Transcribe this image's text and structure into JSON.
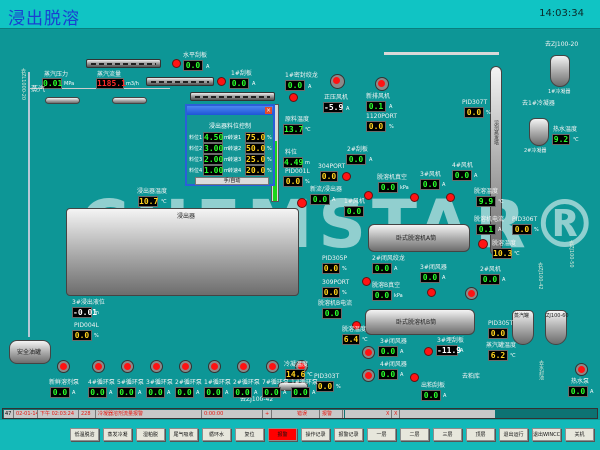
{
  "title": "浸出脱溶",
  "clock": "14:03:34",
  "steam": {
    "pressure_label": "蒸汽压力",
    "pressure": "0.01",
    "pressure_unit": "MPa",
    "flow_label": "蒸汽流量",
    "flow": "1185.1",
    "flow_unit": "m3/h",
    "steam_label": "蒸汽",
    "vert_label": "去ZL1000-20"
  },
  "conveyors": [
    {
      "label": "水平刮板",
      "value": "0.0",
      "unit": "A"
    },
    {
      "label": "1#刮板",
      "value": "0.0",
      "unit": "A"
    },
    {
      "label": "1#密封绞龙",
      "value": "0.0",
      "unit": "A"
    }
  ],
  "dialog": {
    "heading": "浸出器料位控制",
    "rows": [
      {
        "level_label": "料位1",
        "level": "4.50",
        "level_unit": "m",
        "speed_label": "转速1",
        "speed": "75.0",
        "speed_unit": "%"
      },
      {
        "level_label": "料位2",
        "level": "3.00",
        "level_unit": "m",
        "speed_label": "转速2",
        "speed": "50.0",
        "speed_unit": "%"
      },
      {
        "level_label": "料位3",
        "level": "2.00",
        "level_unit": "m",
        "speed_label": "转速3",
        "speed": "25.0",
        "speed_unit": "%"
      },
      {
        "level_label": "料位4",
        "level": "1.00",
        "level_unit": "m",
        "speed_label": "转速4",
        "speed": "20.0",
        "speed_unit": "%"
      }
    ],
    "button": "手/自动"
  },
  "left_panel": {
    "pos_fan_label": "正压风机",
    "pos_fan": "-5.9",
    "pos_fan_unit": "A",
    "temp_label": "原料温度",
    "temp": "13.7",
    "temp_unit": "℃",
    "level_label": "料位",
    "level": "4.49",
    "level_unit": "m",
    "pid_label": "PID001L",
    "pid": "0.0",
    "pid_unit": "%",
    "extractor_label": "新流/浸出器",
    "extractor": "0.0",
    "extractor_unit": "A",
    "extractor_temp_label": "浸出器温度",
    "extractor_temp": "10.7",
    "extractor_temp_unit": "℃",
    "extractor_name": "浸出器",
    "gauge_fraction": 0.62
  },
  "right_top": {
    "fan_label": "新排风机",
    "fan": "0.1",
    "fan_unit": "A",
    "pid_label": "1120PORT",
    "pid": "0.0",
    "pid_unit": "%",
    "pid2_label": "PID307T",
    "pid2": "0.0",
    "pid2_unit": "%",
    "column_label": "溶剂蒸发塔",
    "dist_label": "去ZJ100-20",
    "tank1_label": "1#冷凝器",
    "cond_label": "去1#冷凝器",
    "tank2_label": "2#冷凝器",
    "hot_water_label": "热水温度",
    "hot_water": "9.2",
    "hot_water_unit": "℃"
  },
  "desolventizer": {
    "scraper2_label": "2#刮板",
    "scraper2": "0.0",
    "scraper2_unit": "A",
    "pid304_label": "304PORT",
    "pid304": "0.0",
    "pid304_unit": "%",
    "fan1_label": "1#风机",
    "fan1": "0.0",
    "vac_label": "脱溶机真空",
    "vac": "0.0",
    "vac_unit": "kPa",
    "fan3_label": "3#风机",
    "fan3": "0.0",
    "fan3_unit": "A",
    "fan4_label": "4#风机",
    "fan4": "0.0",
    "fan4_unit": "A",
    "name_a": "卧式脱溶机A筒",
    "temp_label": "脱溶温度",
    "temp": "9.9",
    "temp_unit": "℃",
    "current_label": "脱溶机电流",
    "current": "0.1",
    "current_unit": "A",
    "pid2_label": "PID306T",
    "pid2": "0.0",
    "pid2_unit": "%",
    "out_temp_label": "脱溶温度",
    "out_temp": "10.3",
    "out_temp_unit": "℃",
    "fan2_label": "2#风机",
    "fan2": "0.0",
    "fan2_unit": "A"
  },
  "lower": {
    "pid305p_label": "PID305P",
    "pid305p": "0.0",
    "pid305p_unit": "%",
    "screw_label": "2#闭风绞龙",
    "screw": "0.0",
    "screw_unit": "A",
    "vert_label": "3#闭风器",
    "vert": "0.0",
    "vert_unit": "A",
    "pid309_label": "309PORT",
    "pid309": "0.0",
    "pid309_unit": "%",
    "vac_label": "脱溶B真空",
    "vac": "0.0",
    "vac_unit": "kPa",
    "current_label": "脱溶机B电流",
    "current": "0.0",
    "current_unit": "A",
    "name_b": "卧式脱溶机B筒",
    "temp_label": "脱溶温度",
    "temp": "6.4",
    "temp_unit": "℃",
    "fan3_label": "3#闭风器",
    "fan3": "0.0",
    "fan3_unit": "A",
    "fan4_label": "4#闭风器",
    "fan4": "0.0",
    "fan4_unit": "A",
    "scraper3_label": "3#埋刮板",
    "scraper3": "-11.9",
    "scraper3_unit": "A",
    "out_scraper_label": "出粕刮板",
    "out_scraper": "0.0",
    "out_scraper_unit": "A",
    "meal_label": "去粕库",
    "cool_temp_label": "冷凝温度",
    "cool_temp": "14.6",
    "cool_temp_unit": "℃",
    "pid303_label": "PID303T",
    "pid303": "0.0",
    "pid303_unit": "%",
    "cool_vert": "去ZJ100-42"
  },
  "bottom_right": {
    "pid3_label": "PID305T",
    "pid3": "0.0",
    "pid3_unit": "%",
    "tank_label": "蒸汽罐",
    "tank2_label": "ZJ100-60",
    "water_temp_label": "蒸汽罐温度",
    "water_temp": "6.2",
    "water_temp_unit": "℃",
    "pump_label": "热水泵",
    "pump": "0.0",
    "pump_unit": "A",
    "vert1": "去ZJ100-42",
    "vert2": "去ZJ100-50",
    "vert3": "去水封池"
  },
  "left_bottom": {
    "level_label": "3#浸出液位",
    "level": "-0.01",
    "level_unit": "m",
    "pid_label": "PID004L",
    "pid": "0.0",
    "pid_unit": "%",
    "tank_label": "安全油罐",
    "safety_pump_label": "新鲜溶剂泵",
    "safety_pump": "0.0",
    "safety_pump_unit": "A",
    "pumps": [
      {
        "label": "4#循环泵",
        "value": "0.0",
        "unit": "A"
      },
      {
        "label": "5#循环泵",
        "value": "0.0",
        "unit": "A"
      },
      {
        "label": "3#循环泵",
        "value": "0.0",
        "unit": "A"
      },
      {
        "label": "2#循环泵",
        "value": "0.0",
        "unit": "A"
      },
      {
        "label": "1#循环泵",
        "value": "0.0",
        "unit": "A"
      },
      {
        "label": "2#循环泵",
        "value": "0.0",
        "unit": "A"
      },
      {
        "label": "7#循环泵",
        "value": "0.0",
        "unit": "A"
      },
      {
        "label": "1#循环泵",
        "value": "0.0",
        "unit": "A"
      }
    ]
  },
  "watermark": "CHEMSTAR®",
  "alarm": {
    "num": "47",
    "date": "02-01-14",
    "time": "下午 02:03:24",
    "code": "228",
    "message": "冷凝器溶剂流量报警",
    "duration": "0:00:00",
    "flag": "+",
    "state": "错误",
    "type": "报警",
    "mark1": "X",
    "mark2": "X"
  },
  "buttons": [
    "低温脱溶",
    "蒸发冷凝",
    "湿粕脱",
    "尾气吸收",
    "循环水",
    "复位",
    "报警",
    "操作记录",
    "报警记录",
    "一层",
    "二层",
    "三层",
    "顶层",
    "退出运行",
    "退出WINCC",
    "关机"
  ]
}
